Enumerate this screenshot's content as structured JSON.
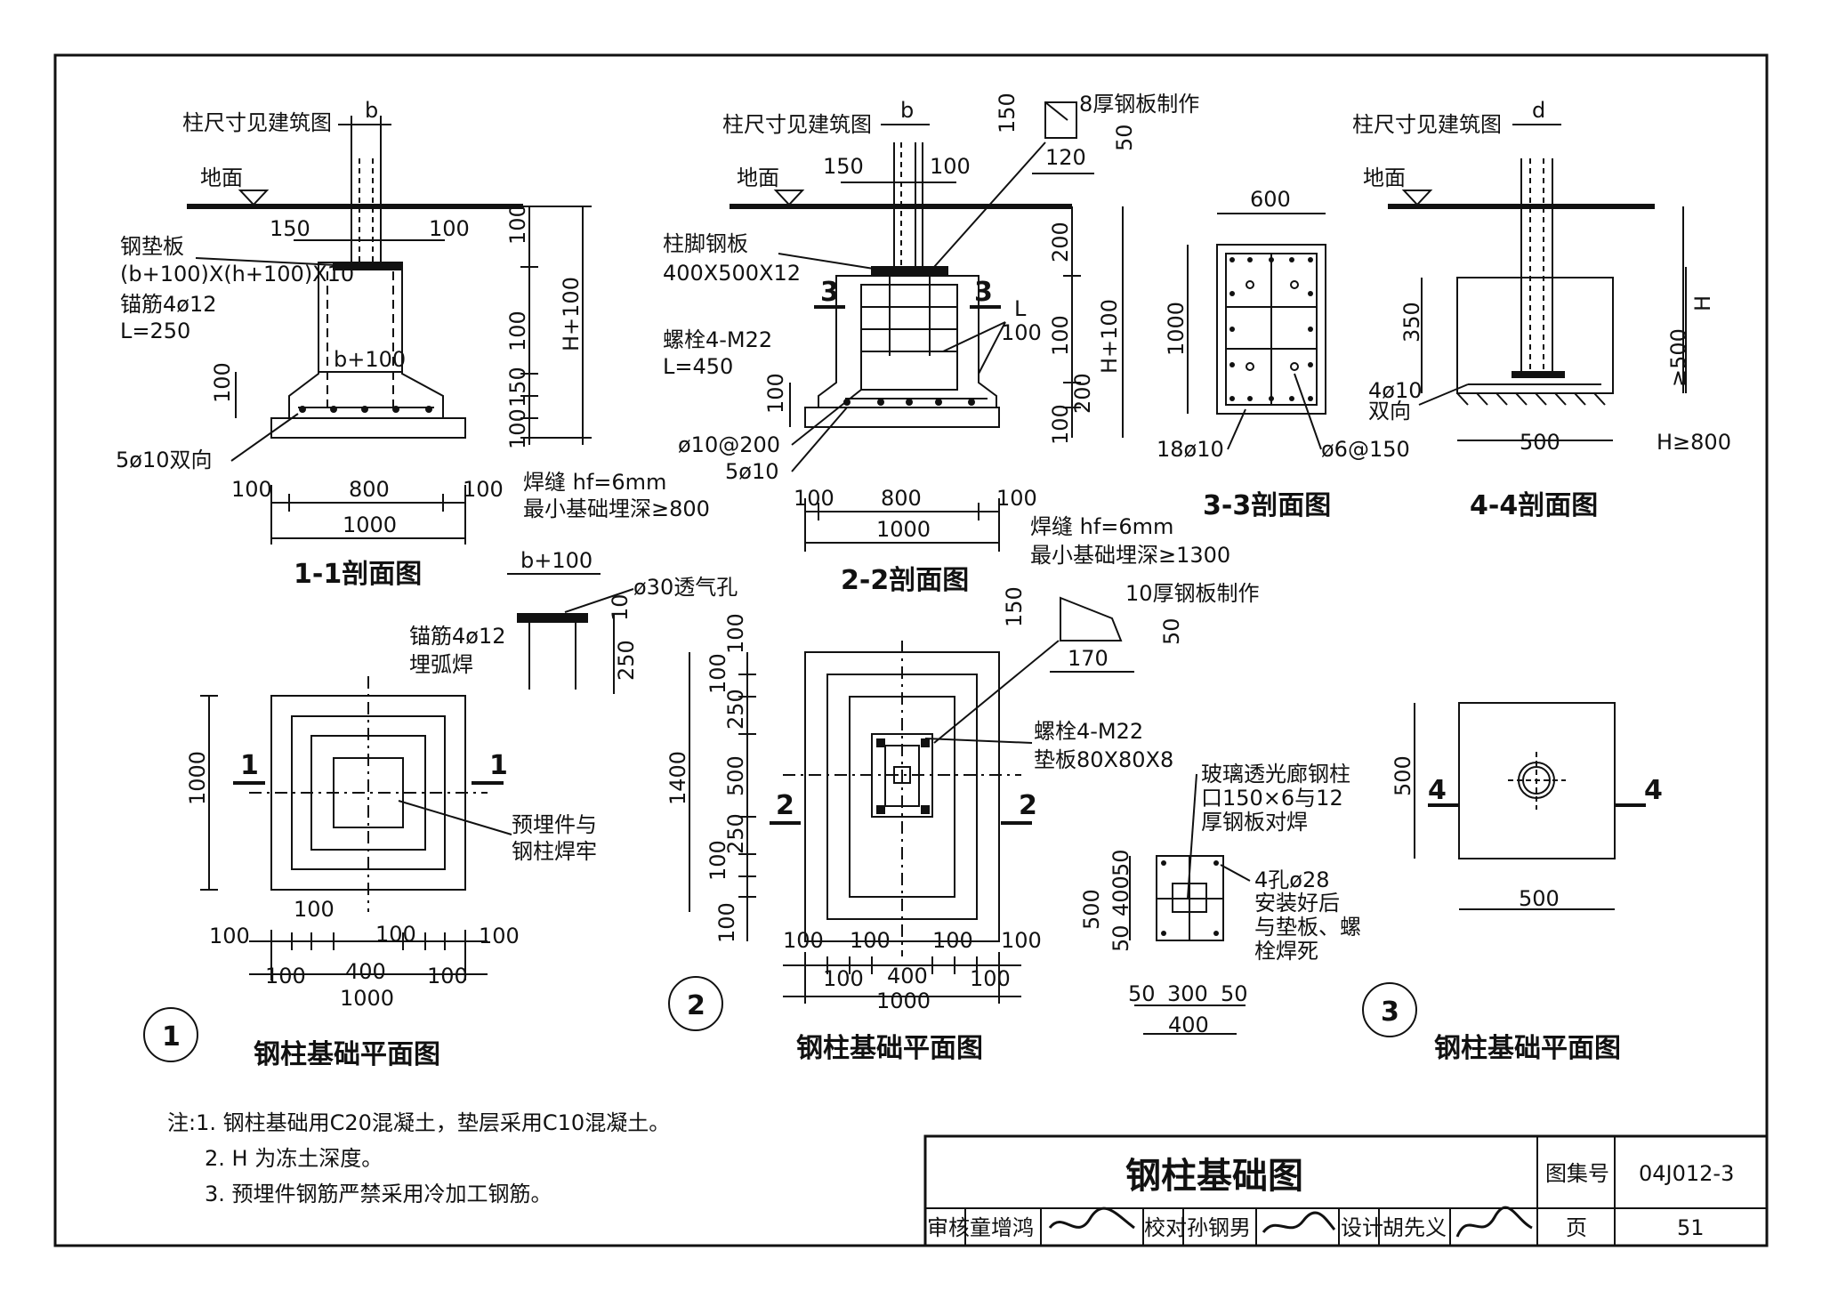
{
  "colors": {
    "ink": "#111111",
    "paper": "#ffffff"
  },
  "fig1": {
    "col_note": "柱尺寸见建筑图",
    "col_dim": "b",
    "ground": "地面",
    "plate_label": "钢垫板",
    "plate_size": "(b+100)X(h+100)X10",
    "anchor": "锚筋4ø12",
    "anchor_len": "L=250",
    "d150": "150",
    "d100a": "100",
    "d_b100": "b+100",
    "d_side100": "100",
    "rebar": "5ø10双向",
    "v100a": "100",
    "v100b": "100",
    "v150": "150",
    "v100c": "100",
    "vH100": "H+100",
    "weld": "焊缝 hf=6mm",
    "min_depth": "最小基础埋深≥800",
    "w100l": "100",
    "w800": "800",
    "w100r": "100",
    "w1000": "1000",
    "section_title": "1-1剖面图",
    "detail_b100": "b+100",
    "vent": "ø30透气孔",
    "detail_10": "10",
    "detail_250": "250",
    "anchor2": "锚筋4ø12",
    "arc_weld": "埋弧焊",
    "plan_1000v": "1000",
    "cut_l": "1",
    "cut_r": "1",
    "embed_note1": "预埋件与",
    "embed_note2": "钢柱焊牢",
    "p100top": "100",
    "p100a": "100",
    "p100b": "100",
    "p100c": "100",
    "p100d": "100",
    "p400": "400",
    "p100e": "100",
    "p1000": "1000",
    "num": "1",
    "plan_title": "钢柱基础平面图"
  },
  "fig2": {
    "col_note": "柱尺寸见建筑图",
    "col_dim": "b",
    "ground": "地面",
    "d150": "150",
    "d100": "100",
    "base_plate": "柱脚钢板",
    "base_size": "400X500X12",
    "bolt": "螺栓4-M22",
    "bolt_len": "L=450",
    "cut3a": "3",
    "cut3b": "3",
    "L_mark": "L",
    "d_L100": "100",
    "v100": "100",
    "rebar_a": "ø10@200",
    "rebar_b": "5ø10",
    "v200": "200",
    "v100b": "100",
    "v200b": "200",
    "v100c": "100",
    "vH100": "H+100",
    "stiff_150": "150",
    "stiff_note": "8厚钢板制作",
    "stiff_50": "50",
    "stiff_120": "120",
    "w100l": "100",
    "w800": "800",
    "w100r": "100",
    "w1000": "1000",
    "section_title": "2-2剖面图",
    "weld": "焊缝 hf=6mm",
    "min_depth": "最小基础埋深≥1300",
    "stiff2_150": "150",
    "stiff2_note": "10厚钢板制作",
    "stiff2_50": "50",
    "stiff2_170": "170",
    "bolt2": "螺栓4-M22",
    "washer": "垫板80X80X8",
    "pv100a": "100",
    "pv100b": "100",
    "pv250a": "250",
    "pv500": "500",
    "pv250b": "250",
    "pv100c": "100",
    "pv100d": "100",
    "pv1400": "1400",
    "cut_l": "2",
    "cut_r": "2",
    "ph100a": "100",
    "ph100b": "100",
    "ph100c": "100",
    "ph100d": "100",
    "ph100e": "100",
    "ph400": "400",
    "ph100f": "100",
    "ph1000": "1000",
    "num": "2",
    "plan_title": "钢柱基础平面图"
  },
  "fig3": {
    "title": "3-3剖面图",
    "w600": "600",
    "h1000": "1000",
    "rebar_a": "18ø10",
    "rebar_b": "ø6@150"
  },
  "fig4": {
    "title": "4-4剖面图",
    "col_note": "柱尺寸见建筑图",
    "col_dim": "d",
    "ground": "地面",
    "v350": "350",
    "rebar": "4ø10",
    "rebar2": "双向",
    "w500": "500",
    "vH": "H",
    "vge500": "≥500",
    "h_note": "H≥800"
  },
  "fig5": {
    "note1": "玻璃透光廊钢柱",
    "note2": "口150×6与12",
    "note3": "厚钢板对焊",
    "hole1": "4孔ø28",
    "hole2": "安装好后",
    "hole3": "与垫板、螺",
    "hole4": "栓焊死",
    "v50a": "50",
    "v400": "400",
    "v50b": "50",
    "v500": "500",
    "h50a": "50",
    "h300": "300",
    "h50b": "50",
    "h400": "400"
  },
  "fig6": {
    "v500": "500",
    "cut_l": "4",
    "cut_r": "4",
    "h500": "500",
    "num": "3",
    "plan_title": "钢柱基础平面图"
  },
  "notes": {
    "n1": "注:1. 钢柱基础用C20混凝土，垫层采用C10混凝土。",
    "n2": "2. H 为冻土深度。",
    "n3": "3. 预埋件钢筋严禁采用冷加工钢筋。"
  },
  "title_block": {
    "title": "钢柱基础图",
    "atlas_label": "图集号",
    "atlas_no": "04J012-3",
    "review": "审核",
    "reviewer": "童增鸿",
    "check": "校对",
    "checker": "孙钢男",
    "design": "设计",
    "designer": "胡先义",
    "page_label": "页",
    "page_no": "51"
  }
}
